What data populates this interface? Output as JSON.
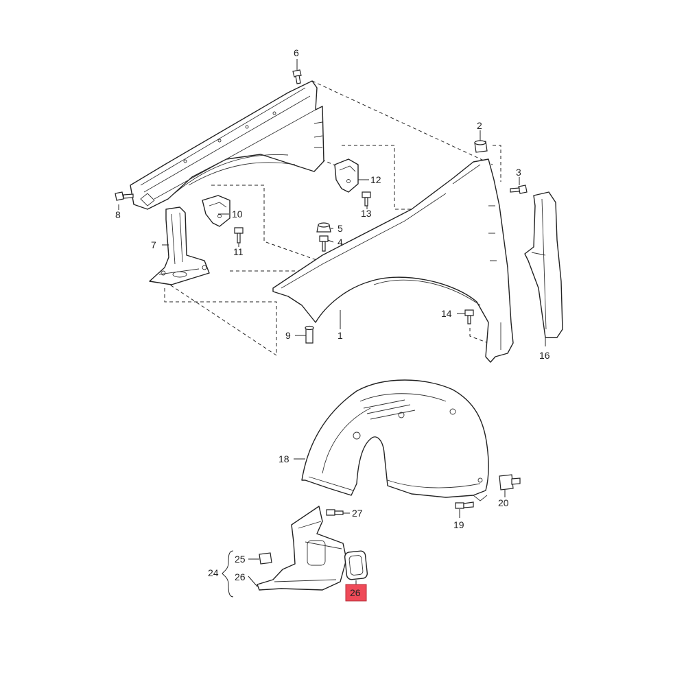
{
  "callouts": {
    "c1": "1",
    "c2": "2",
    "c3": "3",
    "c4": "4",
    "c5": "5",
    "c6": "6",
    "c7": "7",
    "c8": "8",
    "c9": "9",
    "c10": "10",
    "c11": "11",
    "c12": "12",
    "c13": "13",
    "c14": "14",
    "c16": "16",
    "c18": "18",
    "c19": "19",
    "c20": "20",
    "c24": "24",
    "c25": "25",
    "c26": "26",
    "c26_highlight": "26",
    "c27": "27"
  },
  "highlight_color": "#ef4a58"
}
